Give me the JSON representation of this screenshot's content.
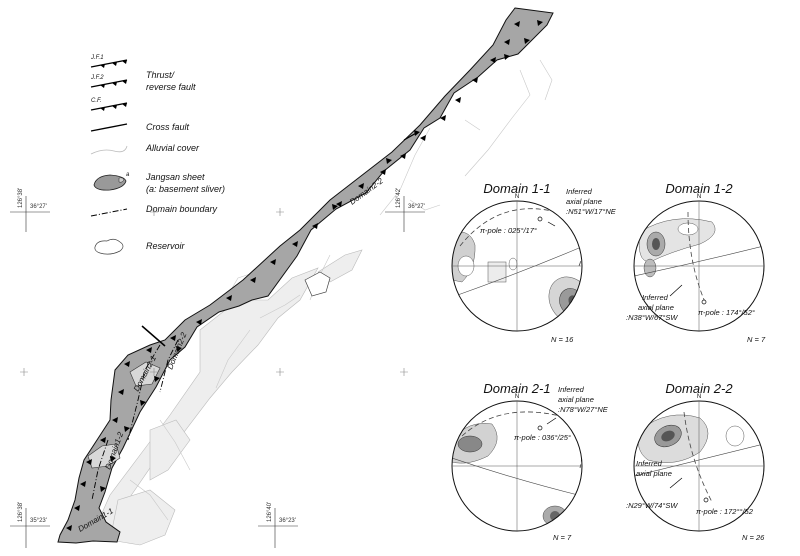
{
  "legend": {
    "jf1_label": "J.F.1",
    "jf2_label": "J.F.2",
    "cf_label": "C.F.",
    "thrust_line1": "Thrust/",
    "thrust_line2": "reverse fault",
    "cross_fault": "Cross fault",
    "alluvial_cover": "Alluvial cover",
    "jangsan_line1": "Jangsan sheet",
    "jangsan_line2": "(a: basement sliver)",
    "domain_boundary": "Domain boundary",
    "reservoir": "Reservoir",
    "sliver_label": "a"
  },
  "map": {
    "domain_labels": {
      "d11": "Domain1-1",
      "d12": "Domain1-2",
      "d21": "Domain2-1",
      "d22a": "Domain2-2",
      "d22b": "Domain2-2"
    },
    "coords": {
      "c1_lon": "126°38'",
      "c1_lat": "36°27'",
      "c2_lon": "126°42'",
      "c2_lat": "36°27'",
      "c3_lon": "126°38'",
      "c3_lat": "35°23'",
      "c4_lon": "126°40'",
      "c4_lat": "36°23'"
    }
  },
  "stereonets": [
    {
      "title": "Domain 1-1",
      "north": "N",
      "pi_pole": "π-pole : 025°/17°",
      "axial_l1": "Inferred",
      "axial_l2": "axial plane",
      "axial_l3": ":N51°W/17°NE",
      "n": "N = 16"
    },
    {
      "title": "Domain 1-2",
      "north": "N",
      "pi_pole": "π-pole : 174°/52°",
      "axial_l1": "Inferred",
      "axial_l2": "axial plane",
      "axial_l3": ":N38°W/67°SW",
      "n": "N = 7"
    },
    {
      "title": "Domain 2-1",
      "north": "N",
      "pi_pole": "π-pole : 036°/25°",
      "axial_l1": "Inferred",
      "axial_l2": "axial plane",
      "axial_l3": ":N78°W/27°NE",
      "n": "N = 7"
    },
    {
      "title": "Domain 2-2",
      "north": "N",
      "pi_pole": "π-pole : 172°°/52",
      "axial_l1": "Inferred",
      "axial_l2": "axial plane",
      "axial_l3": ":N29°W/74°SW",
      "n": "N = 26"
    }
  ]
}
